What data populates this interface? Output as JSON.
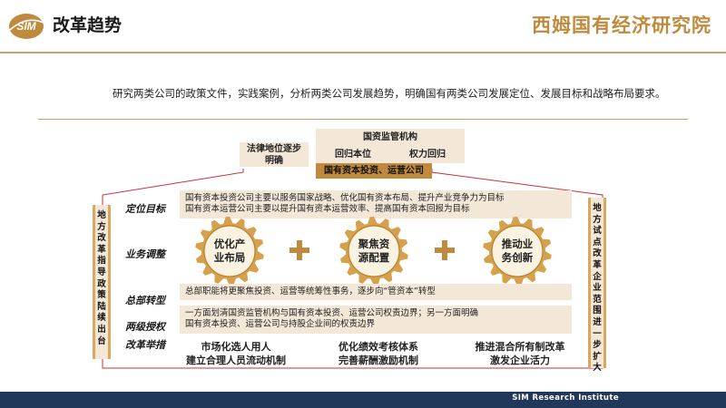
{
  "header": {
    "logo_text": "SIM",
    "title": "改革趋势",
    "brand": "西姆国有经济研究院"
  },
  "intro": "研究两类公司的政策文件，实践案例，分析两类公司发展趋势，明确国有两类公司发展定位、发展目标和战略布局要求。",
  "top": {
    "supervisor": "国资监管机构",
    "legal_line1": "法律地位逐步",
    "legal_line2": "明确",
    "return": "回归本位",
    "power": "权力回归",
    "company": "国有资本投资、运营公司"
  },
  "left_bar": [
    "地",
    "方",
    "改",
    "革",
    "指",
    "导",
    "政",
    "策",
    "陆",
    "续",
    "出",
    "台"
  ],
  "right_bar": [
    "地",
    "方",
    "试",
    "点",
    "改",
    "革",
    "企",
    "业",
    "范",
    "围",
    "进",
    "一",
    "步",
    "扩",
    "大"
  ],
  "rows": {
    "positioning": {
      "label": "定位目标",
      "line1": "国有资本投资公司主要以服务国家战略、优化国有资本布局、提升产业竞争力为目标",
      "line2": "国有资本运营公司主要以提升国有资本运营效率、提高国有资本回报为目标"
    },
    "business": {
      "label": "业务调整",
      "gears": [
        {
          "line1": "优化产",
          "line2": "业布局"
        },
        {
          "line1": "聚焦资",
          "line2": "源配置"
        },
        {
          "line1": "推动业",
          "line2": "务创新"
        }
      ]
    },
    "hq": {
      "label": "总部转型",
      "text": "总部职能将更聚焦投资、运营等统筹性事务，逐步向“管资本”转型"
    },
    "authority": {
      "label": "两级授权",
      "line1": "一方面划清国资监管机构与国有资本投资、运营公司权责边界；另一方面明确",
      "line2": "国有资本投资、运营公司与持股企业间的权责边界"
    },
    "measures": {
      "label": "改革举措",
      "items": [
        {
          "line1": "市场化选人用人",
          "line2": "建立合理人员流动机制"
        },
        {
          "line1": "优化绩效考核体系",
          "line2": "完善薪酬激励机制"
        },
        {
          "line1": "推进混合所有制改革",
          "line2": "激发企业活力"
        }
      ]
    }
  },
  "footer": "SIM Research Institute",
  "colors": {
    "gold": "#c08a3e",
    "beige": "#f3e7d7",
    "red": "#c8323c",
    "navy": "#22385a"
  }
}
